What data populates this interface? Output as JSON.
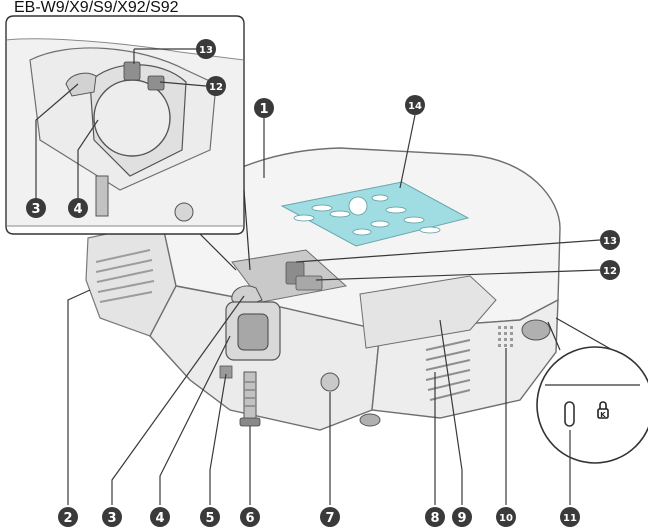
{
  "inset": {
    "title": "EB-W9/X9/S9/X92/S92"
  },
  "callouts": [
    {
      "id": "c1",
      "label": "1"
    },
    {
      "id": "c2",
      "label": "2"
    },
    {
      "id": "c3",
      "label": "3"
    },
    {
      "id": "c4",
      "label": "4"
    },
    {
      "id": "c5",
      "label": "5"
    },
    {
      "id": "c6",
      "label": "6"
    },
    {
      "id": "c7",
      "label": "7"
    },
    {
      "id": "c8",
      "label": "8"
    },
    {
      "id": "c9",
      "label": "9"
    },
    {
      "id": "c10",
      "label": "10"
    },
    {
      "id": "c11",
      "label": "11"
    },
    {
      "id": "c12",
      "label": "12"
    },
    {
      "id": "c13",
      "label": "13"
    },
    {
      "id": "c14",
      "label": "14"
    },
    {
      "id": "ic3",
      "label": "3"
    },
    {
      "id": "ic4",
      "label": "4"
    },
    {
      "id": "ic12",
      "label": "12"
    },
    {
      "id": "ic13",
      "label": "13"
    }
  ],
  "colors": {
    "callout": "#3a3a3a",
    "line": "#3a3a3a",
    "body": "#f2f2f2",
    "shade": "#d4d4d4",
    "dark": "#9a9a9a",
    "panel": "#9fdde3"
  },
  "lock_icon": "kensington-lock-icon"
}
